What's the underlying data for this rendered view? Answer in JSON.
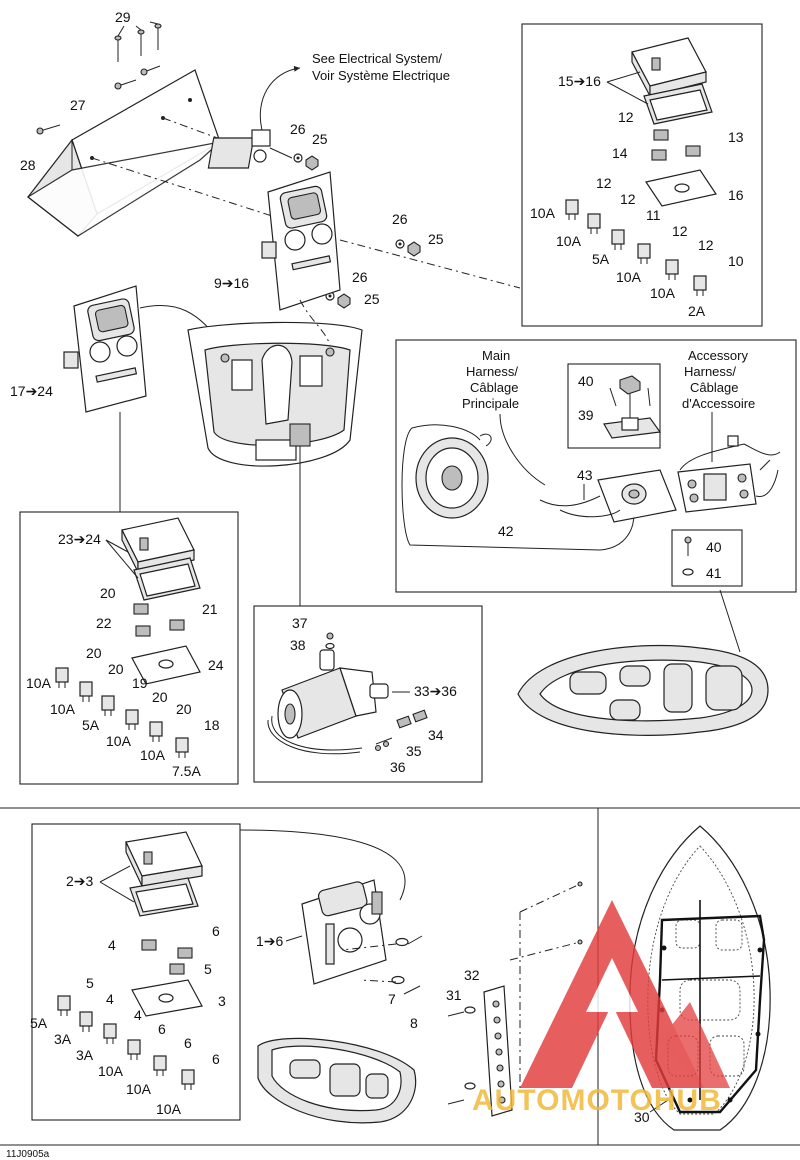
{
  "title_blocks": {
    "see_electrical": [
      "See Electrical System/",
      "Voir Système Electrique"
    ],
    "main_harness": [
      "Main",
      "Harness/",
      "Câblage",
      "Principale"
    ],
    "accessory_harness": [
      "Accessory",
      "Harness/",
      "Câblage",
      "d'Accessoire"
    ]
  },
  "drawing_id": "11J0905a",
  "watermark": {
    "text": "AUTOMOTOHUB",
    "red": "#e23b3b",
    "gold": "#f0b93a"
  },
  "callouts": {
    "c29": "29",
    "c27": "27",
    "c28": "28",
    "c26a": "26",
    "c25a": "25",
    "c26b": "26",
    "c25b": "25",
    "c26c": "26",
    "c25c": "25",
    "c9_16": "9➔16",
    "c17_24": "17➔24",
    "c15_16": "15➔16",
    "c12a": "12",
    "c13": "13",
    "c14": "14",
    "c16": "16",
    "c12b": "12",
    "c12c": "12",
    "c11": "11",
    "c12d": "12",
    "c12e": "12",
    "c10": "10",
    "a10a_1": "10A",
    "a10a_2": "10A",
    "a5a_1": "5A",
    "a10a_3": "10A",
    "a10a_4": "10A",
    "a2a": "2A",
    "c40a": "40",
    "c39": "39",
    "c43": "43",
    "c42": "42",
    "c40b": "40",
    "c41": "41",
    "c23_24": "23➔24",
    "c20a": "20",
    "c21": "21",
    "c22": "22",
    "c24": "24",
    "c20b": "20",
    "c20c": "20",
    "c19": "19",
    "c20d": "20",
    "c20e": "20",
    "c18": "18",
    "b10a_1": "10A",
    "b10a_2": "10A",
    "b5a": "5A",
    "b10a_3": "10A",
    "b10a_4": "10A",
    "b7_5a": "7.5A",
    "c37": "37",
    "c38": "38",
    "c33_36": "33➔36",
    "c34": "34",
    "c35": "35",
    "c36": "36",
    "c2_3": "2➔3",
    "c1_6": "1➔6",
    "c4a": "4",
    "c6a": "6",
    "c5a": "5",
    "c3": "3",
    "c5b": "5",
    "c4b": "4",
    "c4c": "4",
    "c6b": "6",
    "c6c": "6",
    "c6d": "6",
    "d5a": "5A",
    "d3a_1": "3A",
    "d3a_2": "3A",
    "d10a_1": "10A",
    "d10a_2": "10A",
    "d10a_3": "10A",
    "c7": "7",
    "c8": "8",
    "c31": "31",
    "c32": "32",
    "c30": "30"
  }
}
